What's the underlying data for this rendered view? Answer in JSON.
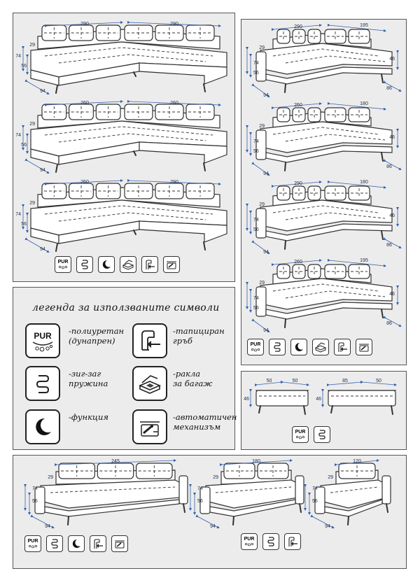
{
  "legend": {
    "title": "легенда за използваните символи",
    "items": [
      {
        "icon": "pur-foam-icon",
        "label_1": "-полиуретан",
        "label_2": "(дунапрен)"
      },
      {
        "icon": "upholstered-back-icon",
        "label_1": "-тапициран",
        "label_2": "гръб"
      },
      {
        "icon": "zigzag-spring-icon",
        "label_1": "-зиг-заг",
        "label_2": "пружина"
      },
      {
        "icon": "storage-box-icon",
        "label_1": "-ракла",
        "label_2": "за багаж"
      },
      {
        "icon": "sleep-function-icon",
        "label_1": "-функция",
        "label_2": ""
      },
      {
        "icon": "automatic-mechanism-icon",
        "label_1": "-автоматичен",
        "label_2": "механизъм"
      }
    ],
    "pur_text": "PUR"
  },
  "corner_large": [
    {
      "w1": "290",
      "w2": "290",
      "h1": "74",
      "h2": "56",
      "seat": "29",
      "d": "94"
    },
    {
      "w1": "260",
      "w2": "260",
      "h1": "74",
      "h2": "56",
      "seat": "29",
      "d": "94"
    },
    {
      "w1": "260",
      "w2": "290",
      "h1": "74",
      "h2": "56",
      "seat": "29",
      "d": "94"
    }
  ],
  "corner_chaise": [
    {
      "w1": "290",
      "w2": "195",
      "h1": "74",
      "h2": "56",
      "seat": "29",
      "d": "94",
      "c1": "46",
      "c2": "86"
    },
    {
      "w1": "260",
      "w2": "180",
      "h1": "74",
      "h2": "56",
      "seat": "29",
      "d": "94",
      "c1": "46",
      "c2": "86"
    },
    {
      "w1": "290",
      "w2": "180",
      "h1": "74",
      "h2": "56",
      "seat": "29",
      "d": "94",
      "c1": "46",
      "c2": "86"
    },
    {
      "w1": "260",
      "w2": "195",
      "h1": "74",
      "h2": "56",
      "seat": "29",
      "d": "94",
      "c1": "46",
      "c2": "86"
    }
  ],
  "poufs": [
    {
      "w": "50",
      "d": "50",
      "h": "46"
    },
    {
      "w": "85",
      "d": "50",
      "h": "46"
    }
  ],
  "sofas": [
    {
      "w": "245",
      "h1": "74",
      "h2": "56",
      "seat": "29",
      "d": "94"
    },
    {
      "w": "180",
      "h1": "74",
      "h2": "56",
      "seat": "29",
      "d": "94"
    },
    {
      "w": "120",
      "h1": "74",
      "h2": "56",
      "seat": "29",
      "d": "94"
    }
  ]
}
